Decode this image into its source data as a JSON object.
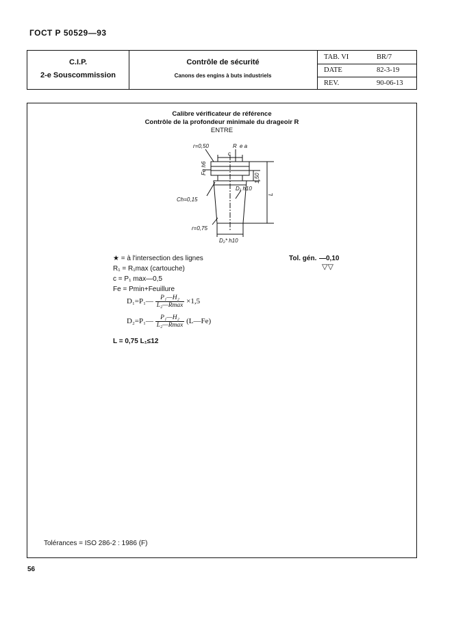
{
  "document_code": "ГОСТ Р 50529—93",
  "header": {
    "left_title": "C.I.P.",
    "left_subtitle": "2-e Souscommission",
    "center_title": "Contrôle de sécurité",
    "center_subtitle": "Canons des engins à buts industriels",
    "meta": [
      {
        "label": "TAB. VI",
        "value": "BR/7"
      },
      {
        "label": "DATE",
        "value": "82-3-19"
      },
      {
        "label": "REV.",
        "value": "90-06-13"
      }
    ]
  },
  "content": {
    "title_lines": [
      "Calibre vérificateur de référence",
      "Contrôle de la profondeur minimale du drageoir R",
      "ENTRE"
    ],
    "drawing_labels": {
      "r_top": "r=0,50",
      "r1": "R",
      "r1_sub": "1",
      "e_a": "e a",
      "c": "c",
      "fe_h6": "Fe h6",
      "l1_50": "1,50",
      "d1_h10": "D₁ h10",
      "l": "L",
      "ch": "Ch=0,15",
      "r_bottom": "r=0,75",
      "d2_h10": "D₂* h10"
    },
    "notes": {
      "star_line": "★ = à l'intersection des lignes",
      "r1_line": "R₁ = R₁max (cartouche)",
      "c_line": "c = P₁ max—0,5",
      "fe_line": "Fe = Pmin+Feuillure",
      "l_line": "L = 0,75 L₁≤12",
      "tolerance_label": "Tol. gén.",
      "tolerance_value": "—0,10",
      "surface_symbol": "▽▽"
    },
    "formula1": {
      "lhs": "D₁=P₁—",
      "numerator": "P₁—H₂",
      "denominator": "L₂—Rmax",
      "rhs": "×1,5"
    },
    "formula2": {
      "lhs": "D₂=P₁—",
      "numerator": "P₁—H₂",
      "denominator": "L₂—Rmax",
      "rhs": "(L—Fe)"
    },
    "footer_note": "Tolérances = ISO 286-2 : 1986 (F)"
  },
  "page_number": "56"
}
